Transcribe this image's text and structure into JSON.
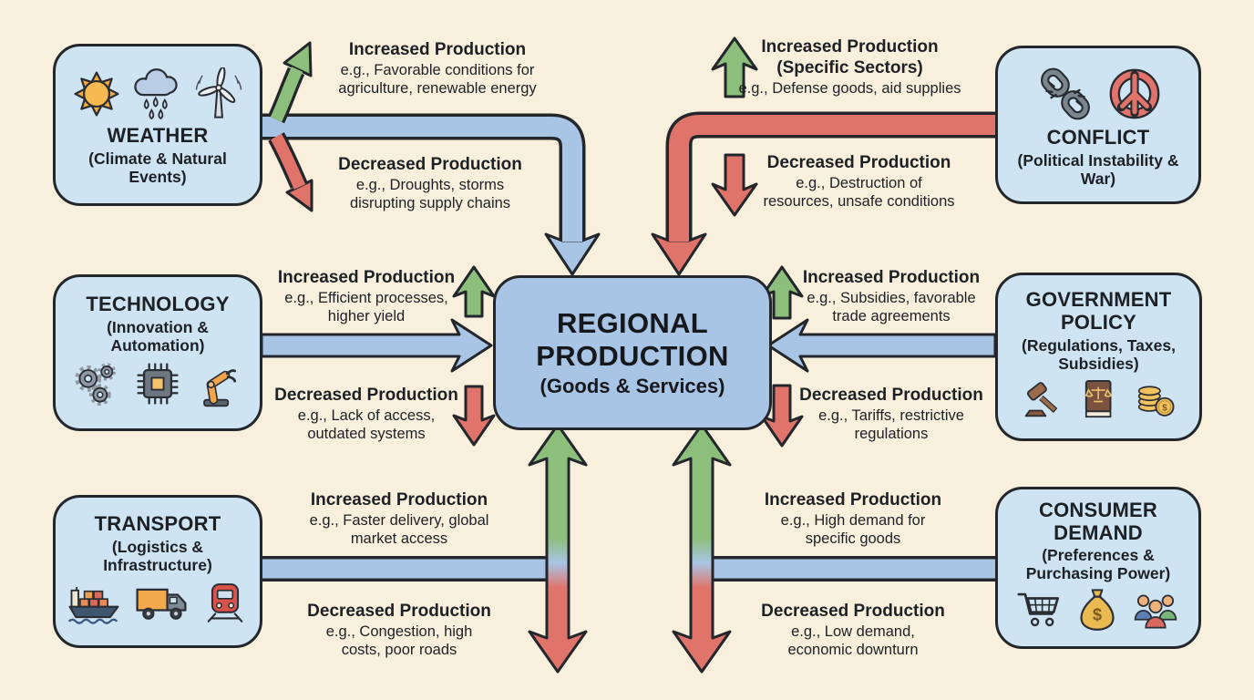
{
  "center": {
    "title_line1": "REGIONAL",
    "title_line2": "PRODUCTION",
    "subtitle": "(Goods & Services)"
  },
  "colors": {
    "background": "#f8efdd",
    "factor_box_fill": "#cfe4f3",
    "center_box_fill": "#a9c5e6",
    "blue_band": "#a9c5e6",
    "red_band": "#e0746b",
    "green_arrow": "#8cbe7c",
    "red_arrow": "#e0746b",
    "outline": "#23262b"
  },
  "factors": [
    {
      "name": "weather",
      "title": "WEATHER",
      "subtitle": "(Climate & Natural Events)",
      "icons": [
        "sun-icon",
        "rain-cloud-icon",
        "wind-turbine-icon"
      ],
      "increase": {
        "title": "Increased Production",
        "line1": "e.g., Favorable conditions for",
        "line2": "agriculture, renewable energy"
      },
      "decrease": {
        "title": "Decreased Production",
        "line1": "e.g., Droughts, storms",
        "line2": "disrupting supply chains"
      }
    },
    {
      "name": "conflict",
      "title": "CONFLICT",
      "subtitle": "(Political Instability & War)",
      "icons": [
        "broken-chain-icon",
        "peace-symbol-icon"
      ],
      "increase": {
        "title": "Increased Production",
        "title2": "(Specific Sectors)",
        "line1": "e.g., Defense goods, aid supplies",
        "line2": ""
      },
      "decrease": {
        "title": "Decreased Production",
        "line1": "e.g., Destruction of",
        "line2": "resources, unsafe conditions"
      }
    },
    {
      "name": "technology",
      "title": "TECHNOLOGY",
      "subtitle": "(Innovation & Automation)",
      "icons": [
        "gears-icon",
        "microchip-icon",
        "robot-arm-icon"
      ],
      "increase": {
        "title": "Increased Production",
        "line1": "e.g., Efficient processes,",
        "line2": "higher yield"
      },
      "decrease": {
        "title": "Decreased Production",
        "line1": "e.g., Lack of access,",
        "line2": "outdated systems"
      }
    },
    {
      "name": "government-policy",
      "title": "GOVERNMENT POLICY",
      "subtitle": "(Regulations, Taxes, Subsidies)",
      "icons": [
        "gavel-icon",
        "law-book-icon",
        "coins-icon"
      ],
      "increase": {
        "title": "Increased Production",
        "line1": "e.g., Subsidies, favorable",
        "line2": "trade agreements"
      },
      "decrease": {
        "title": "Decreased Production",
        "line1": "e.g., Tariffs, restrictive",
        "line2": "regulations"
      }
    },
    {
      "name": "transport",
      "title": "TRANSPORT",
      "subtitle": "(Logistics & Infrastructure)",
      "icons": [
        "cargo-ship-icon",
        "truck-icon",
        "train-icon"
      ],
      "increase": {
        "title": "Increased Production",
        "line1": "e.g., Faster delivery, global",
        "line2": "market access"
      },
      "decrease": {
        "title": "Decreased Production",
        "line1": "e.g., Congestion, high",
        "line2": "costs, poor roads"
      }
    },
    {
      "name": "consumer-demand",
      "title": "CONSUMER DEMAND",
      "subtitle": "(Preferences & Purchasing Power)",
      "icons": [
        "shopping-cart-icon",
        "money-bag-icon",
        "people-icon"
      ],
      "increase": {
        "title": "Increased Production",
        "line1": "e.g., High demand for",
        "line2": "specific goods"
      },
      "decrease": {
        "title": "Decreased Production",
        "line1": "e.g., Low demand,",
        "line2": "economic downturn"
      }
    }
  ]
}
